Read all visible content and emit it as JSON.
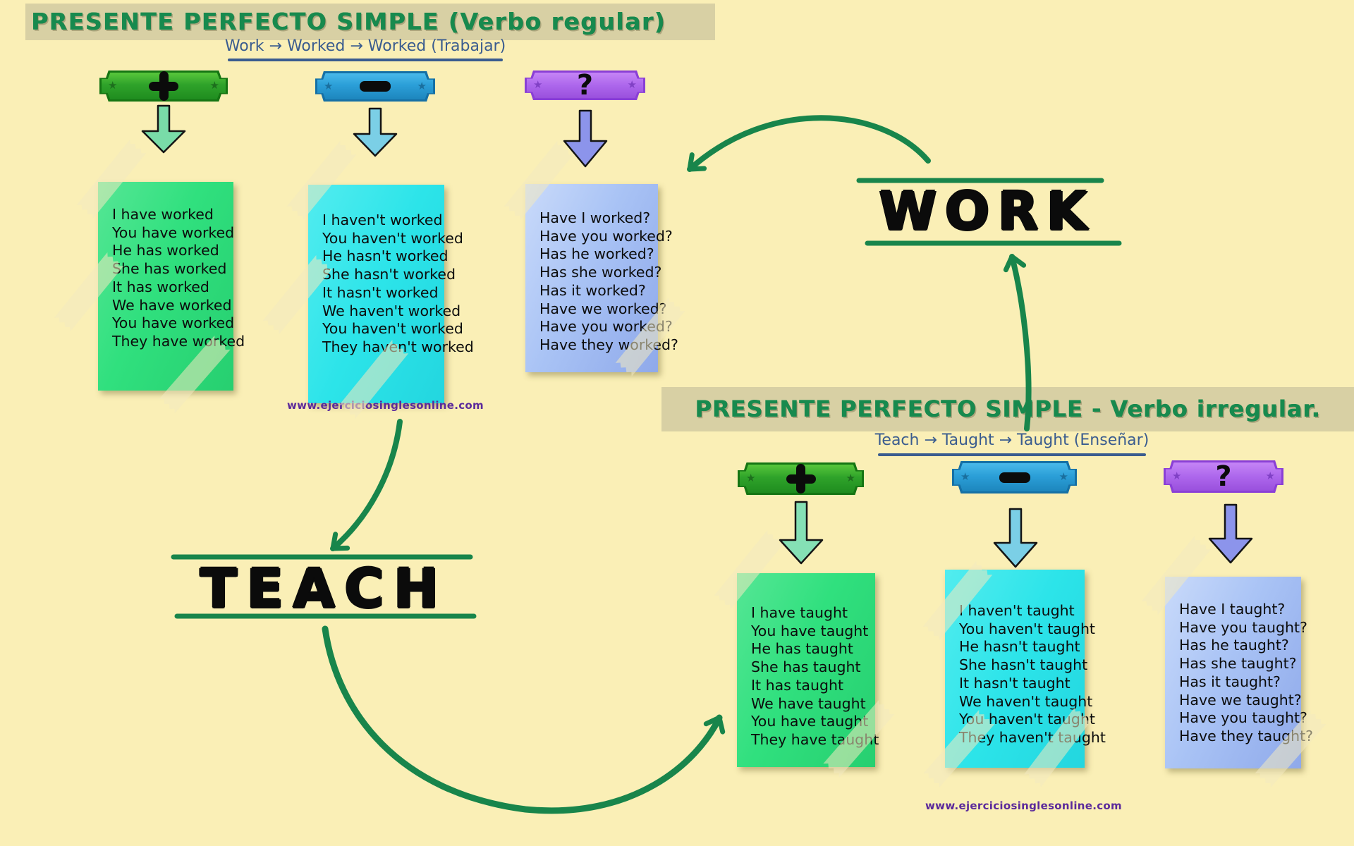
{
  "colors": {
    "background": "#FAEFB6",
    "band": "#D8D0A4",
    "title_green": "#178A4E",
    "forms_blue": "#3A5C8F",
    "arrow_green": "#18854B",
    "website_purple": "#5B2A9B",
    "badge_green": "#2FA32A",
    "badge_blue": "#2B9FD8",
    "badge_purple": "#AD67EC",
    "note_green": "#30E07E",
    "note_cyan": "#2CE4E9",
    "note_blue": "#A9C3F5"
  },
  "icons": {
    "star": "★"
  },
  "regular": {
    "title": "PRESENTE PERFECTO SIMPLE (Verbo regular)",
    "verb_forms": "Work → Worked → Worked (Trabajar)",
    "verb": "WORK",
    "website": "www.ejerciciosinglesonline.com",
    "badges": {
      "interrogative_symbol": "?"
    },
    "affirmative_lines": [
      "I have worked",
      "You have worked",
      "He has worked",
      "She has worked",
      "It has worked",
      "We have worked",
      "You have worked",
      "They have worked"
    ],
    "negative_lines": [
      "I haven't worked",
      "You haven't worked",
      "He hasn't worked",
      "She hasn't worked",
      "It hasn't worked",
      "We haven't worked",
      "You haven't worked",
      "They haven't worked"
    ],
    "interrogative_lines": [
      "Have I worked?",
      "Have you worked?",
      "Has he worked?",
      "Has she worked?",
      "Has it worked?",
      "Have we worked?",
      "Have you worked?",
      "Have they worked?"
    ]
  },
  "irregular": {
    "title": "PRESENTE PERFECTO SIMPLE - Verbo irregular.",
    "verb_forms": "Teach → Taught → Taught (Enseñar)",
    "verb": "TEACH",
    "website": "www.ejerciciosinglesonline.com",
    "badges": {
      "interrogative_symbol": "?"
    },
    "affirmative_lines": [
      "I have taught",
      "You have taught",
      "He has taught",
      "She has taught",
      "It has taught",
      "We have taught",
      "You have taught",
      "They have taught"
    ],
    "negative_lines": [
      "I haven't taught",
      "You haven't taught",
      "He hasn't taught",
      "She hasn't taught",
      "It hasn't taught",
      "We haven't taught",
      "You haven't taught",
      "They haven't taught"
    ],
    "interrogative_lines": [
      "Have I taught?",
      "Have you taught?",
      "Has he taught?",
      "Has she taught?",
      "Has it taught?",
      "Have we taught?",
      "Have you taught?",
      "Have they taught?"
    ]
  }
}
